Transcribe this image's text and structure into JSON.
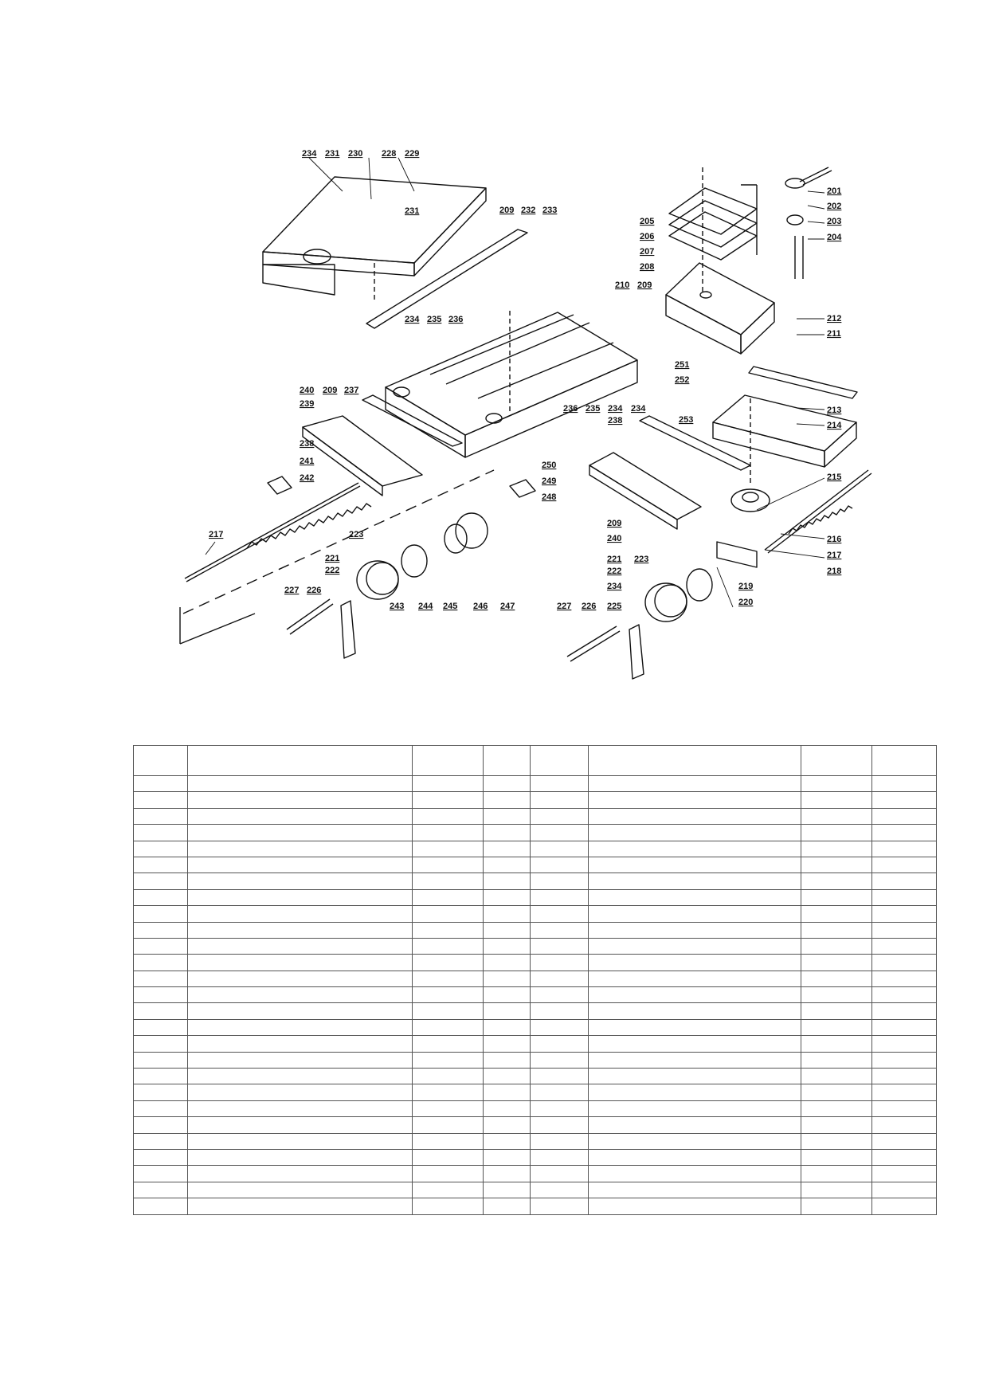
{
  "diagram": {
    "callouts": [
      "234",
      "231",
      "230",
      "228",
      "229",
      "231",
      "209",
      "232",
      "233",
      "201",
      "202",
      "203",
      "205",
      "206",
      "204",
      "207",
      "208",
      "210",
      "209",
      "212",
      "211",
      "234",
      "235",
      "236",
      "251",
      "252",
      "234",
      "213",
      "240",
      "209",
      "237",
      "239",
      "238",
      "236",
      "235",
      "234",
      "238",
      "214",
      "253",
      "241",
      "242",
      "250",
      "249",
      "248",
      "215",
      "217",
      "221",
      "223",
      "222",
      "209",
      "240",
      "216",
      "217",
      "218",
      "221",
      "223",
      "222",
      "219",
      "227",
      "226",
      "243",
      "244",
      "245",
      "246",
      "247",
      "234",
      "220",
      "227",
      "226",
      "225"
    ]
  },
  "parts_table": {
    "columns": 8,
    "header_rows": 1,
    "body_rows": 27
  }
}
